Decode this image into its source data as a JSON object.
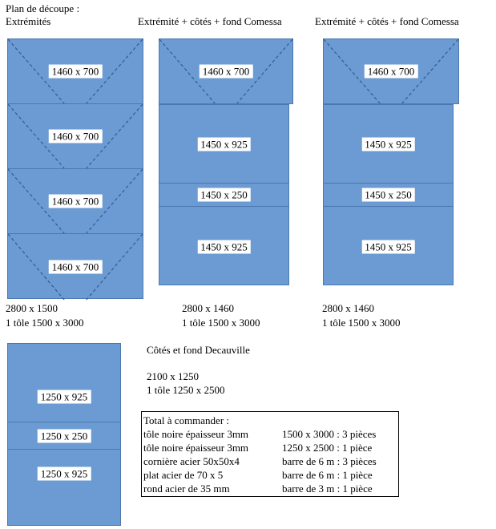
{
  "header": {
    "title": "Plan de découpe :",
    "subtitle": "Extrémités"
  },
  "plans": [
    {
      "heading": "",
      "pieces": [
        "1460 x 700",
        "1460 x 700",
        "1460 x 700",
        "1460 x 700"
      ],
      "dimensions": "2800 x 1500",
      "sheets": "1 tôle 1500 x 3000"
    },
    {
      "heading": "Extrémité + côtés + fond Comessa",
      "pieces": [
        "1460 x 700",
        "1450 x 925",
        "1450 x 250",
        "1450 x 925"
      ],
      "dimensions": "2800 x 1460",
      "sheets": "1 tôle 1500 x 3000"
    },
    {
      "heading": "Extrémité + côtés + fond Comessa",
      "pieces": [
        "1460 x 700",
        "1450 x 925",
        "1450 x 250",
        "1450 x 925"
      ],
      "dimensions": "2800 x 1460",
      "sheets": "1 tôle 1500 x 3000"
    },
    {
      "heading": "Côtés et fond Decauville",
      "pieces": [
        "1250 x 925",
        "1250 x 250",
        "1250 x 925"
      ],
      "dimensions": "2100 x 1250",
      "sheets": "1 tôle 1250 x 2500"
    }
  ],
  "order": {
    "title": "Total à commander :",
    "rows": [
      {
        "item": "tôle noire épaisseur 3mm",
        "qty": "1500 x 3000 : 3 pièces"
      },
      {
        "item": "tôle noire épaisseur 3mm",
        "qty": "1250 x 2500 : 1 pièce"
      },
      {
        "item": "cornière acier 50x50x4",
        "qty": "barre de 6 m : 3 pièces"
      },
      {
        "item": "plat acier de 70 x 5",
        "qty": "barre de 6 m : 1 pièce"
      },
      {
        "item": "rond acier de 35 mm",
        "qty": "barre de 3 m : 1 pièce"
      }
    ]
  },
  "colors": {
    "plate_fill": "#6b9bd2",
    "plate_border": "#4c78b0",
    "dash": "#2f5a96"
  }
}
